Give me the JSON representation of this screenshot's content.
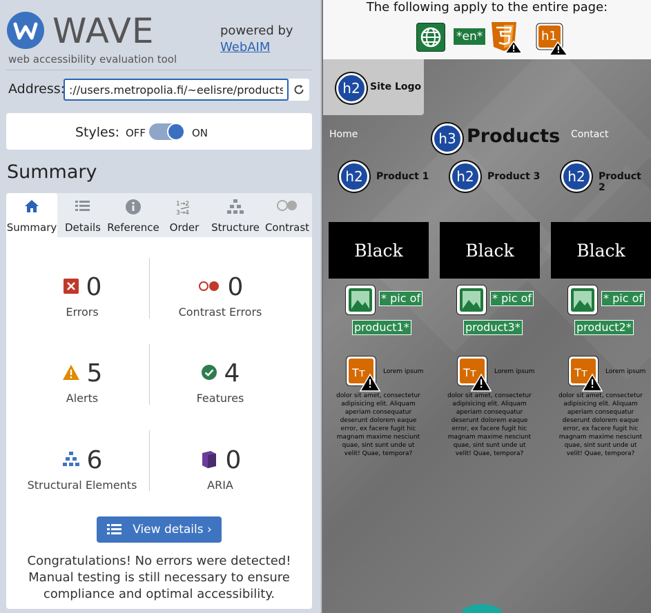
{
  "header": {
    "logo_text": "WAVE",
    "tagline": "web accessibility evaluation tool",
    "powered_by": "powered by",
    "webaim_link": "WebAIM"
  },
  "address": {
    "label": "Address:",
    "value": "://users.metropolia.fi/~eelisre/products.html"
  },
  "styles": {
    "label": "Styles:",
    "off": "OFF",
    "on": "ON",
    "enabled": true
  },
  "summary_title": "Summary",
  "tabs": [
    {
      "label": "Summary",
      "icon": "home-icon",
      "active": true
    },
    {
      "label": "Details",
      "icon": "list-icon"
    },
    {
      "label": "Reference",
      "icon": "info-icon"
    },
    {
      "label": "Order",
      "icon": "order-icon"
    },
    {
      "label": "Structure",
      "icon": "structure-icon"
    },
    {
      "label": "Contrast",
      "icon": "contrast-icon"
    }
  ],
  "stats": {
    "errors": {
      "count": "0",
      "label": "Errors"
    },
    "contrast_errors": {
      "count": "0",
      "label": "Contrast Errors"
    },
    "alerts": {
      "count": "5",
      "label": "Alerts"
    },
    "features": {
      "count": "4",
      "label": "Features"
    },
    "structural": {
      "count": "6",
      "label": "Structural Elements"
    },
    "aria": {
      "count": "0",
      "label": "ARIA"
    }
  },
  "view_details": "View details ›",
  "congrats": "Congratulations! No errors were detected! Manual testing is still necessary to ensure compliance and optimal accessibility.",
  "page_note": "The following apply to the entire page:",
  "page_badges": {
    "lang": "*en*",
    "h1": "h1"
  },
  "site": {
    "logo_badge": "h2",
    "logo_text": "Site Logo",
    "nav": [
      "Home",
      "Contact"
    ],
    "title_badge": "h3",
    "title": "Products",
    "products": [
      {
        "badge": "h2",
        "name": "Product 1",
        "image_text": "Black",
        "alt_line1": "* pic of",
        "alt_line2": "product1*"
      },
      {
        "badge": "h2",
        "name": "Product 3",
        "image_text": "Black",
        "alt_line1": "* pic of",
        "alt_line2": "product3*"
      },
      {
        "badge": "h2",
        "name": "Product 2",
        "image_text": "Black",
        "alt_line1": "* pic of",
        "alt_line2": "product2*"
      }
    ],
    "lorem_head": "Lorem ipsum",
    "lorem_body": "dolor sit amet, consectetur adipisicing elit. Aliquam aperiam consequatur deserunt dolorem eaque error, ex facere fugit hic magnam maxime nesciunt quae, sint sunt unde ut velit! Quae, tempora?"
  },
  "colors": {
    "accent": "#3f74c0",
    "error": "#c0392b",
    "alert": "#e08a00",
    "feature": "#2e7d4f",
    "aria": "#6a3d9a"
  }
}
